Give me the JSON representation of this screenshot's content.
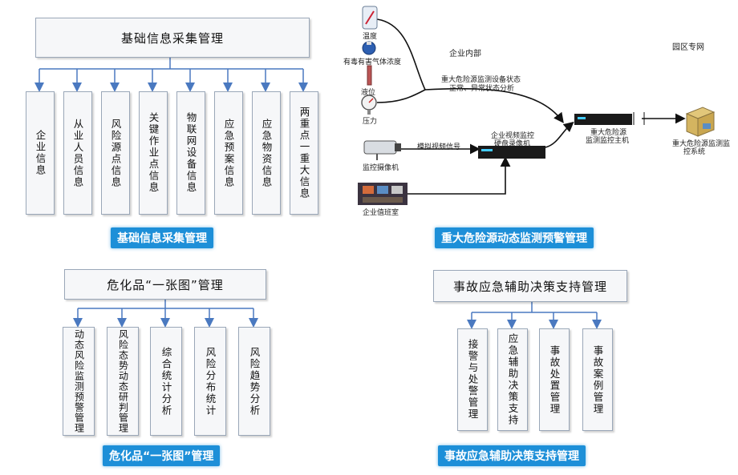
{
  "q1": {
    "title": "基础信息采集管理",
    "badge": "基础信息采集管理",
    "items": [
      "企业信息",
      "从业人员信息",
      "风险源点信息",
      "关键作业点信息",
      "物联网设备信息",
      "应急预案信息",
      "应急物资信息",
      "两重点一重大信息"
    ]
  },
  "q2": {
    "badge": "重大危险源动态监测预警管理",
    "labels": {
      "temperature": "温度",
      "toxic_gas": "有毒有害气体浓度",
      "level": "液位",
      "pressure": "压力",
      "enterprise_internal": "企业内部",
      "park_network": "园区专网",
      "status_line1": "重大危险源监测设备状态",
      "status_line2": "正常、异常状态分析",
      "host_line1": "重大危险源",
      "host_line2": "监测监控主机",
      "system_line1": "重大危险源监测监",
      "system_line2": "控系统",
      "analog_signal": "模拟视频信号",
      "recorder_line1": "企业视频监控",
      "recorder_line2": "硬盘录像机",
      "camera": "监控摄像机",
      "duty_room": "企业值班室"
    }
  },
  "q3": {
    "title": "危化品“一张图”管理",
    "badge": "危化品“一张图”管理",
    "items": [
      "动态风险监测预警管理",
      "风险态势动态研判管理",
      "综合统计分析",
      "风险分布统计",
      "风险趋势分析"
    ]
  },
  "q4": {
    "title": "事故应急辅助决策支持管理",
    "badge": "事故应急辅助决策支持管理",
    "items": [
      "接警与处警管理",
      "应急辅助决策支持",
      "事故处置管理",
      "事故案例管理"
    ]
  },
  "colors": {
    "connector": "#4a79c0",
    "badge": "#1d8fd8"
  }
}
